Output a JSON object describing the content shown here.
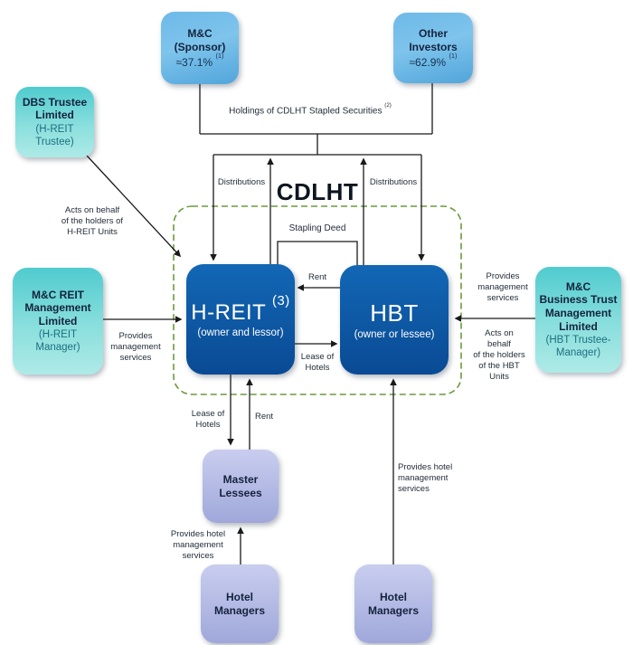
{
  "title": "CDLHT",
  "colors": {
    "box_blue": "#5aace0",
    "box_teal": "#5fd0d2",
    "box_navy": "#0b55a4",
    "box_lavender": "#aab4e2",
    "dashed_border_green": "#6a9a3c",
    "arrow_black": "#1a1a1a",
    "title_text": "#0d1620"
  },
  "boxes": {
    "sponsor": {
      "title": "M&C\n(Sponsor)",
      "value": "≈37.1%",
      "sup": "(1)"
    },
    "other_investors": {
      "title": "Other\nInvestors",
      "value": "≈62.9%",
      "sup": "(1)"
    },
    "dbs_trustee": {
      "title": "DBS Trustee\nLimited",
      "subtitle": "(H-REIT\nTrustee)"
    },
    "mc_reit": {
      "title": "M&C REIT\nManagement\nLimited",
      "subtitle": "(H-REIT\nManager)"
    },
    "mc_bt": {
      "title": "M&C\nBusiness Trust\nManagement\nLimited",
      "subtitle": "(HBT Trustee-\nManager)"
    },
    "h_reit": {
      "name": "H-REIT",
      "sup": "(3)",
      "subtitle": "(owner and lessor)"
    },
    "hbt": {
      "name": "HBT",
      "subtitle": "(owner or lessee)"
    },
    "master_lessees": {
      "title": "Master\nLessees"
    },
    "hotel_managers_left": {
      "title": "Hotel\nManagers"
    },
    "hotel_managers_right": {
      "title": "Hotel\nManagers"
    }
  },
  "labels": {
    "holdings": "Holdings of CDLHT Stapled Securities",
    "holdings_sup": "(2)",
    "distributions_left": "Distributions",
    "distributions_right": "Distributions",
    "stapling_deed": "Stapling Deed",
    "rent_between": "Rent",
    "lease_between": "Lease of\nHotels",
    "acts_hreit": "Acts on behalf\nof the holders of\nH-REIT Units",
    "provides_mgmt_left": "Provides\nmanagement\nservices",
    "provides_mgmt_right": "Provides\nmanagement\nservices",
    "acts_hbt": "Acts on\nbehalf\nof the holders\nof the HBT\nUnits",
    "lease_bottom": "Lease of\nHotels",
    "rent_bottom": "Rent",
    "provides_hotel_left": "Provides hotel\nmanagement\nservices",
    "provides_hotel_right": "Provides hotel\nmanagement\nservices"
  }
}
